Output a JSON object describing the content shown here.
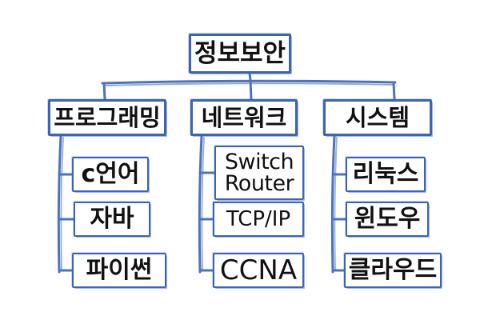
{
  "diagram": {
    "root": {
      "label": "정보보안"
    },
    "categories": [
      {
        "label": "프로그래밍",
        "items": [
          "c언어",
          "자바",
          "파이썬"
        ]
      },
      {
        "label": "네트워크",
        "items": [
          [
            "Switch",
            "Router"
          ],
          "TCP/IP",
          "CCNA"
        ]
      },
      {
        "label": "시스템",
        "items": [
          "리눅스",
          "윈도우",
          "클라우드"
        ]
      }
    ],
    "line_color": "#3a64b8",
    "text_color": "#111111",
    "background": "#ffffff"
  }
}
